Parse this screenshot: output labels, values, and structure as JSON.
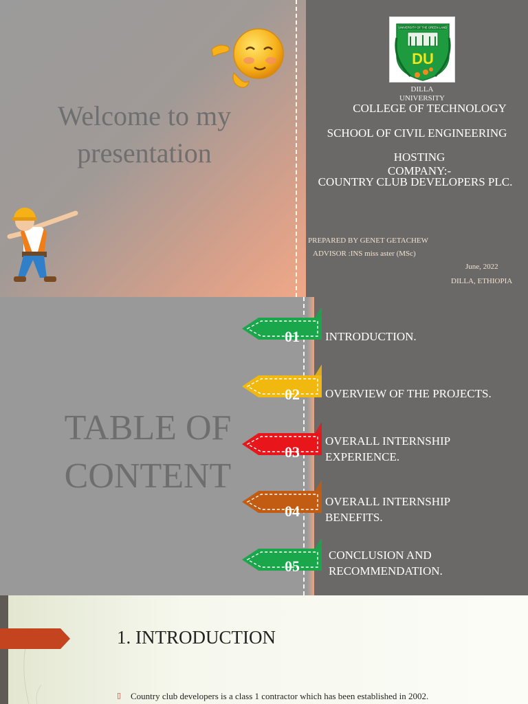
{
  "slide1": {
    "welcome": "Welcome to my presentation",
    "logo_text": "DU",
    "logo_arc_text": "UNIVERSITY OF THE GREEN LAND",
    "logo_caption": "DILLA UNIVERSITY",
    "college": "COLLEGE OF TECHNOLOGY",
    "school": "SCHOOL OF CIVIL ENGINEERING",
    "hosting": "HOSTING COMPANY:-",
    "company": "COUNTRY CLUB DEVELOPERS PLC.",
    "prepared_by": "PREPARED BY GENET GETACHEW",
    "advisor": "ADVISOR :INS miss aster (MSc)",
    "date": "June, 2022",
    "location": "DILLA, ETHIOPIA"
  },
  "slide2": {
    "title": "TABLE OF CONTENT",
    "items": [
      {
        "num": "01",
        "label": "INTRODUCTION.",
        "color": "#1aa64a"
      },
      {
        "num": "02",
        "label": "OVERVIEW OF THE PROJECTS.",
        "color": "#f1b80f"
      },
      {
        "num": "03",
        "label": "OVERALL INTERNSHIP EXPERIENCE.",
        "color": "#e8161b"
      },
      {
        "num": "04",
        "label": "OVERALL INTERNSHIP BENEFITS.",
        "color": "#c25c13"
      },
      {
        "num": "05",
        "label": "CONCLUSION AND RECOMMENDATION.",
        "color": "#1aa64a"
      }
    ]
  },
  "slide3": {
    "title": "1. INTRODUCTION",
    "bullet": "Country club developers is a class 1 contractor which has been established in 2002.",
    "bullet_marker": "▯",
    "accent": "#c4441f"
  }
}
